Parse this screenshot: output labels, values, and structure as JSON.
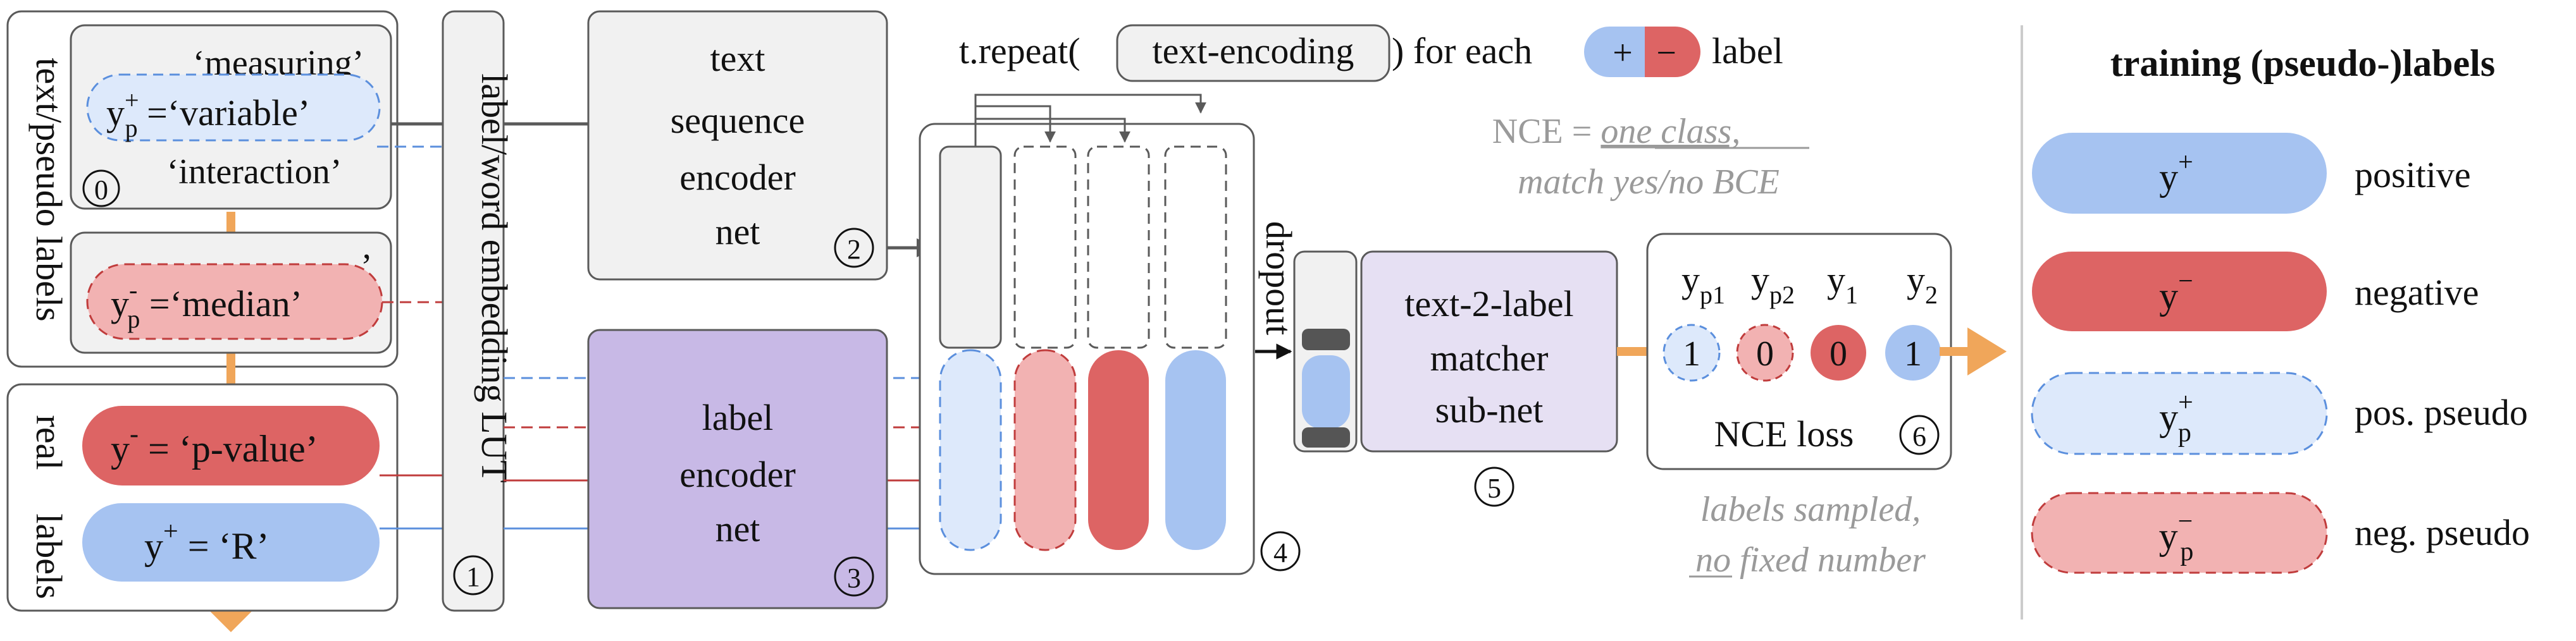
{
  "colors": {
    "positive": "#a6c3f1",
    "positive_stroke": "#5b8fdd",
    "negative": "#dd6464",
    "negative_stroke": "#c03c3c",
    "pos_pseudo": "#dde9fb",
    "neg_pseudo": "#f2b2b2",
    "label_encoder": "#c8b9e6",
    "matcher": "#e6e0f3",
    "box_gray": "#f1f1f1",
    "stroke_gray": "#5a5a5a",
    "orange": "#f0a65a",
    "note_gray": "#9a9a9a"
  },
  "text_labels": {
    "side_label": "text/pseudo labels",
    "word1": "‘measuring’",
    "pseudo_pos_base": "y",
    "pseudo_pos_sup": "+",
    "pseudo_pos_sub": "p",
    "pseudo_pos_value": " =‘variable’",
    "word3": "‘interaction’",
    "marker": "0",
    "apostrophe": "’",
    "pseudo_neg_base": "y",
    "pseudo_neg_sup": "-",
    "pseudo_neg_sub": "p",
    "pseudo_neg_value": " =‘median’"
  },
  "real_labels": {
    "side_label_1": "real",
    "side_label_2": "labels",
    "neg_base": "y",
    "neg_sup": "-",
    "neg_value": " = ‘p-value’",
    "pos_base": "y",
    "pos_sup": "+",
    "pos_value": " = ‘R’"
  },
  "lut": {
    "label": "label/word embedding LUT",
    "marker": "1"
  },
  "text_encoder": {
    "lines": [
      "text",
      "sequence",
      "encoder",
      "net"
    ],
    "marker": "2"
  },
  "label_encoder": {
    "lines": [
      "label",
      "encoder",
      "net"
    ],
    "marker": "3"
  },
  "repeat": {
    "prefix": "t.repeat(",
    "boxed": "text-encoding",
    "suffix": ") for each",
    "plus": "+",
    "minus": "−",
    "label": "label"
  },
  "stack": {
    "marker": "4",
    "dropout": "dropout"
  },
  "nce_note": {
    "line1_prefix": "NCE = ",
    "line1_em": "one class,",
    "line2": "match yes/no BCE"
  },
  "matcher": {
    "lines": [
      "text-2-label",
      "matcher",
      "sub-net"
    ],
    "marker": "5"
  },
  "loss": {
    "headers": [
      {
        "base": "y",
        "sub": "p1"
      },
      {
        "base": "y",
        "sub": "p2"
      },
      {
        "base": "y",
        "sub": "1"
      },
      {
        "base": "y",
        "sub": "2"
      }
    ],
    "values": [
      "1",
      "0",
      "0",
      "1"
    ],
    "label": "NCE loss",
    "marker": "6"
  },
  "sample_note": {
    "line1": "labels sampled,",
    "line2_em": "no",
    "line2_rest": " fixed number"
  },
  "legend": {
    "title": "training (pseudo-)labels",
    "items": [
      {
        "base": "y",
        "sup": "+",
        "sub": "",
        "text": "positive"
      },
      {
        "base": "y",
        "sup": "−",
        "sub": "",
        "text": "negative"
      },
      {
        "base": "y",
        "sup": "+",
        "sub": "p",
        "text": "pos. pseudo"
      },
      {
        "base": "y",
        "sup": "−",
        "sub": "p",
        "text": "neg. pseudo"
      }
    ]
  }
}
